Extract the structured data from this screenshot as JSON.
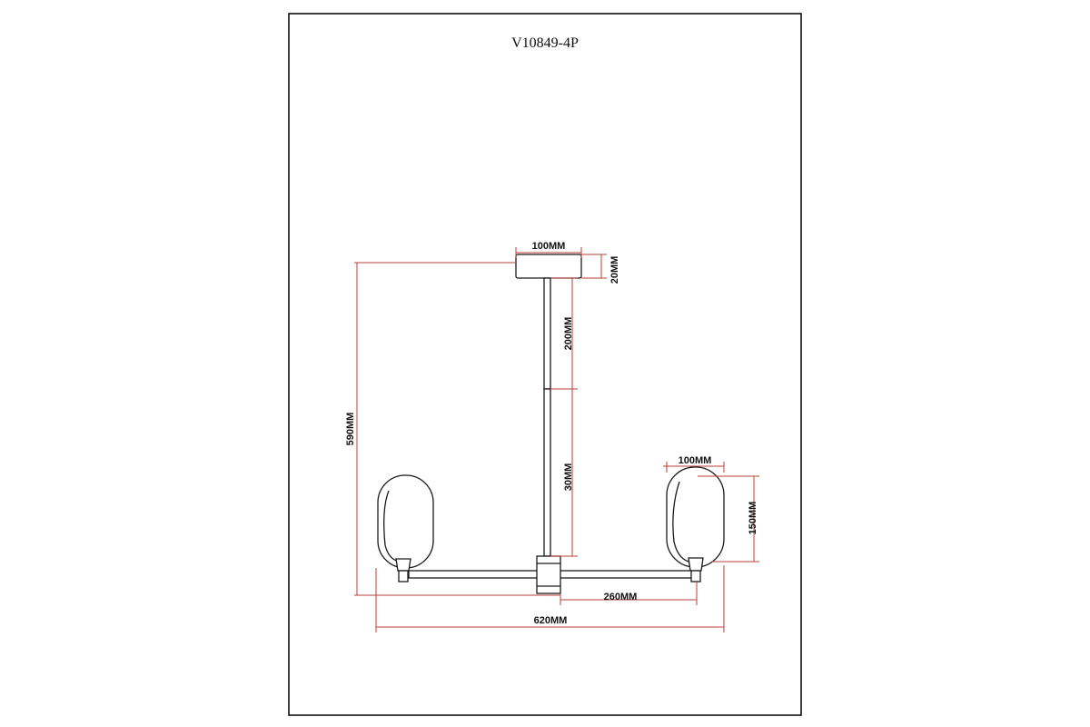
{
  "title": "V10849-4P",
  "colors": {
    "outline": "#1a1a1a",
    "dimension_line": "#b8413a",
    "background": "#ffffff"
  },
  "dimensions": {
    "canopy_width": "100MM",
    "canopy_height": "20MM",
    "rod_upper": "200MM",
    "rod_lower": "30MM",
    "total_height": "590MM",
    "shade_width": "100MM",
    "shade_height": "150MM",
    "arm_length": "260MM",
    "total_width": "620MM"
  }
}
